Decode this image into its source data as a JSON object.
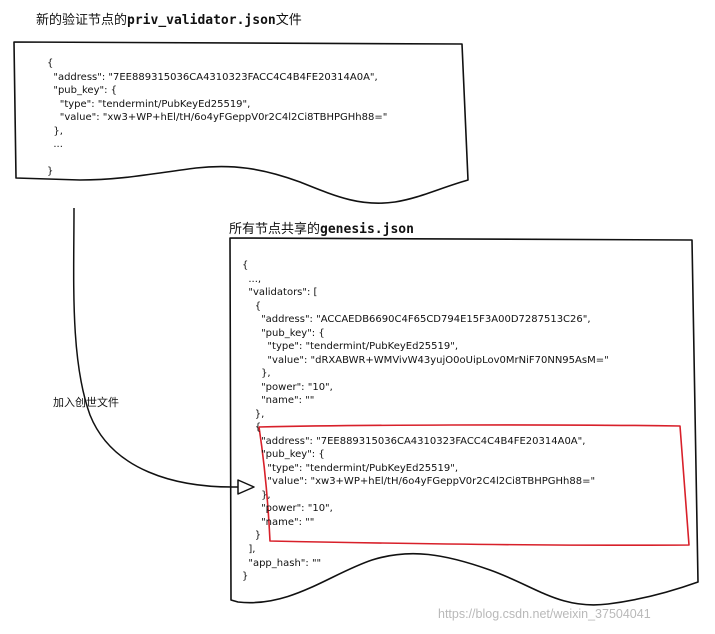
{
  "top_doc": {
    "title_prefix": "新的验证节点的",
    "title_file": "priv_validator.json",
    "title_suffix": "文件",
    "code": "{\n  \"address\": \"7EE889315036CA4310323FACC4C4B4FE20314A0A\",\n  \"pub_key\": {\n    \"type\": \"tendermint/PubKeyEd25519\",\n    \"value\": \"xw3+WP+hEl/tH/6o4yFGeppV0r2C4l2Ci8TBHPGHh88=\"\n  },\n  ...\n\n}"
  },
  "arrow_label": "加入创世文件",
  "genesis_doc": {
    "title_prefix": "所有节点共享的",
    "title_file": "genesis.json",
    "code_before": "{\n  ...,\n  \"validators\": [\n    {\n      \"address\": \"ACCAEDB6690C4F65CD794E15F3A00D7287513C26\",\n      \"pub_key\": {\n        \"type\": \"tendermint/PubKeyEd25519\",\n        \"value\": \"dRXABWR+WMVivW43yujO0oUipLov0MrNiF70NN95AsM=\"\n      },\n      \"power\": \"10\",\n      \"name\": \"\"\n    },",
    "code_highlight": "    {\n      \"address\": \"7EE889315036CA4310323FACC4C4B4FE20314A0A\",\n      \"pub_key\": {\n        \"type\": \"tendermint/PubKeyEd25519\",\n        \"value\": \"xw3+WP+hEl/tH/6o4yFGeppV0r2C4l2Ci8TBHPGHh88=\"\n      },\n      \"power\": \"10\",\n      \"name\": \"\"\n    }",
    "code_after": "  ],\n  \"app_hash\": \"\"\n}"
  },
  "watermark": "https://blog.csdn.net/weixin_37504041",
  "colors": {
    "ink": "#111111",
    "highlight": "#d8202a",
    "watermark": "#b9b9b9"
  }
}
